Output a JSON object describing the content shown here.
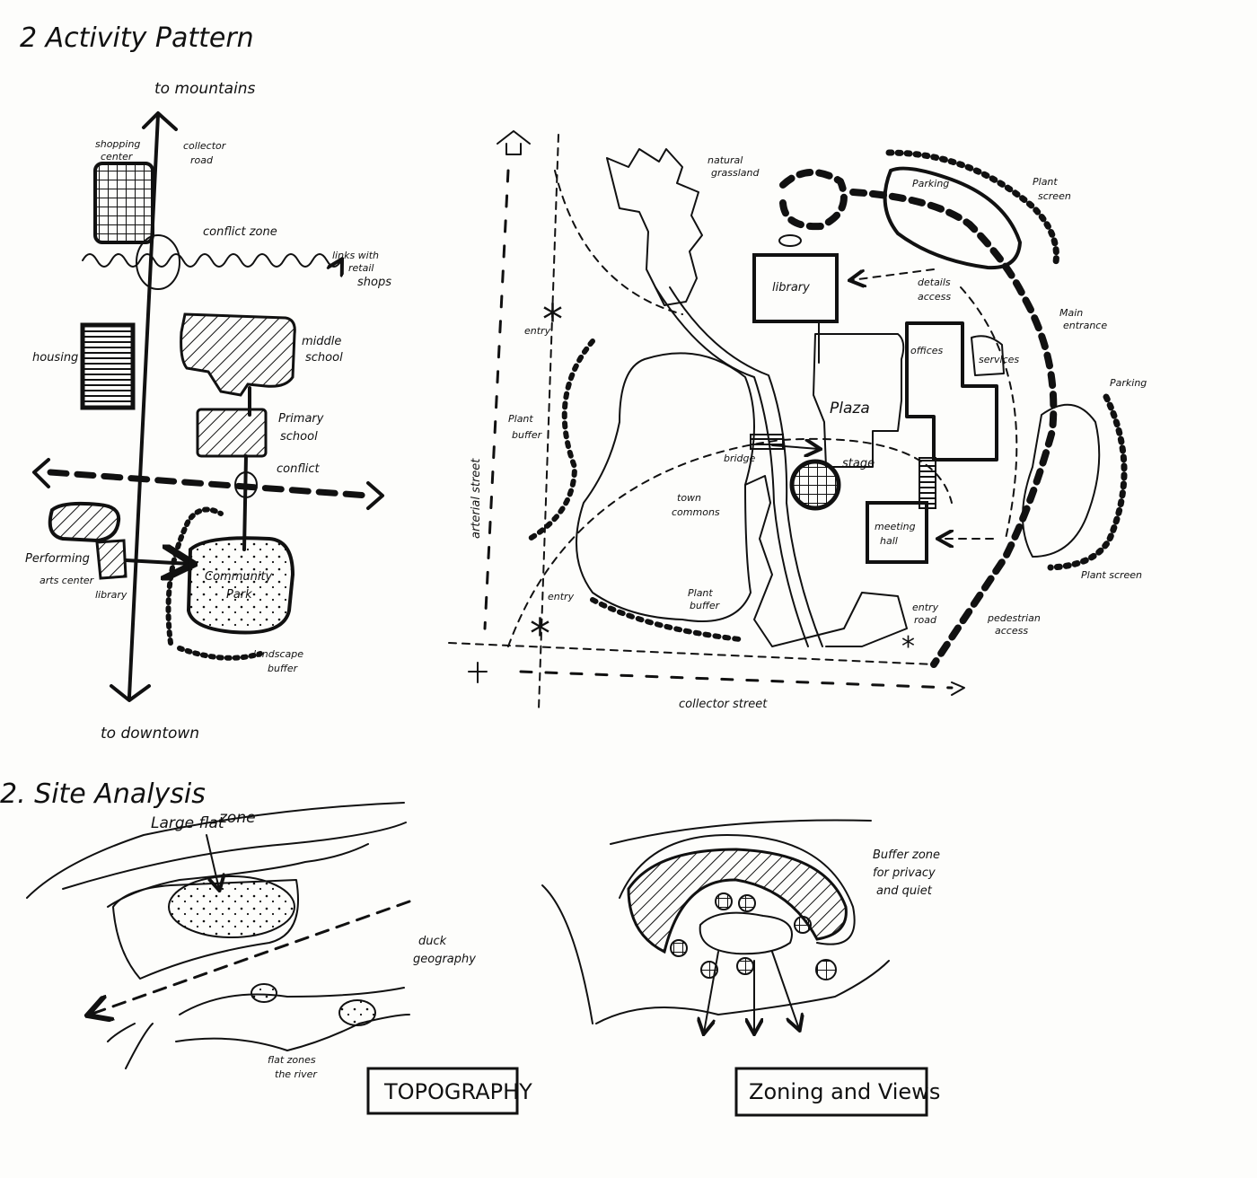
{
  "sheet": {
    "heading_activity": "2 Activity Pattern",
    "heading_site": "2. Site Analysis"
  },
  "activity_diagram": {
    "to_mountains": "to mountains",
    "to_downtown": "to downtown",
    "shopping_center": [
      "shopping",
      "center"
    ],
    "collector_road": [
      "collector",
      "road"
    ],
    "conflict_zone": "conflict zone",
    "retail_shops": [
      "links with",
      "retail",
      "shops"
    ],
    "housing": "housing",
    "middle_school": [
      "middle",
      "school"
    ],
    "primary_school": [
      "Primary",
      "school"
    ],
    "conflict": "conflict",
    "performing_arts": [
      "Performing",
      "arts center"
    ],
    "library": "library",
    "community_park": [
      "Community",
      "Park"
    ],
    "landscape_buffer": [
      "landscape",
      "buffer"
    ]
  },
  "site_plan": {
    "natural_grassland": [
      "natural",
      "grassland"
    ],
    "parking_top": "Parking",
    "plant_screen_top": [
      "Plant",
      "screen"
    ],
    "library": "library",
    "details": [
      "details",
      "access"
    ],
    "main_entrance": [
      "Main",
      "entrance"
    ],
    "offices": "offices",
    "services": "services",
    "parking_right": "Parking",
    "plaza": "Plaza",
    "stage": "stage",
    "bridge": "bridge",
    "town_commons": [
      "town",
      "commons"
    ],
    "meeting_hall": [
      "meeting",
      "hall"
    ],
    "plant_buffer": [
      "Plant",
      "buffer"
    ],
    "plant_screen_bottom": "Plant screen",
    "pedestrian_access": [
      "pedestrian",
      "access"
    ],
    "arterial_street": "arterial street",
    "collector_street": "collector street",
    "entry": "entry",
    "entry_small": "entry",
    "plant_buffer_bottom": [
      "Plant",
      "buffer"
    ],
    "entry_bottom_right": [
      "entry",
      "road"
    ]
  },
  "topography": {
    "large_flat_zone": [
      "Large flat",
      "zone"
    ],
    "duck_geography": [
      "duck",
      "geography"
    ],
    "flat_zones": [
      "flat zones",
      "the river"
    ],
    "title_box": "TOPOGRAPHY"
  },
  "zoning_views": {
    "buffer_zone": [
      "Buffer zone",
      "for privacy",
      "and quiet"
    ],
    "title_box": "Zoning and Views"
  }
}
